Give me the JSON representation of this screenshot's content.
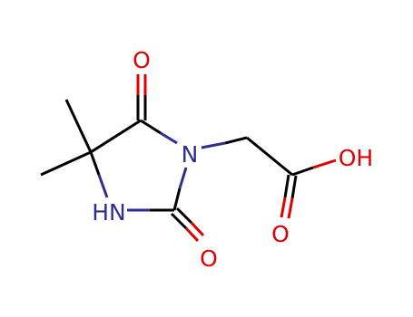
{
  "colors": {
    "carbon": "#000000",
    "nitrogen": "#2e2e8f",
    "oxygen": "#e00000",
    "background": "#ffffff"
  },
  "atoms": [
    {
      "id": "o_top",
      "element": "O",
      "label": "O"
    },
    {
      "id": "n_ring",
      "element": "N",
      "label": "N"
    },
    {
      "id": "nh_ring",
      "element": "N",
      "label": "HN"
    },
    {
      "id": "o_bottom",
      "element": "O",
      "label": "O"
    },
    {
      "id": "oh_acid",
      "element": "O",
      "label": "OH"
    },
    {
      "id": "o_acid",
      "element": "O",
      "label": "O"
    }
  ]
}
